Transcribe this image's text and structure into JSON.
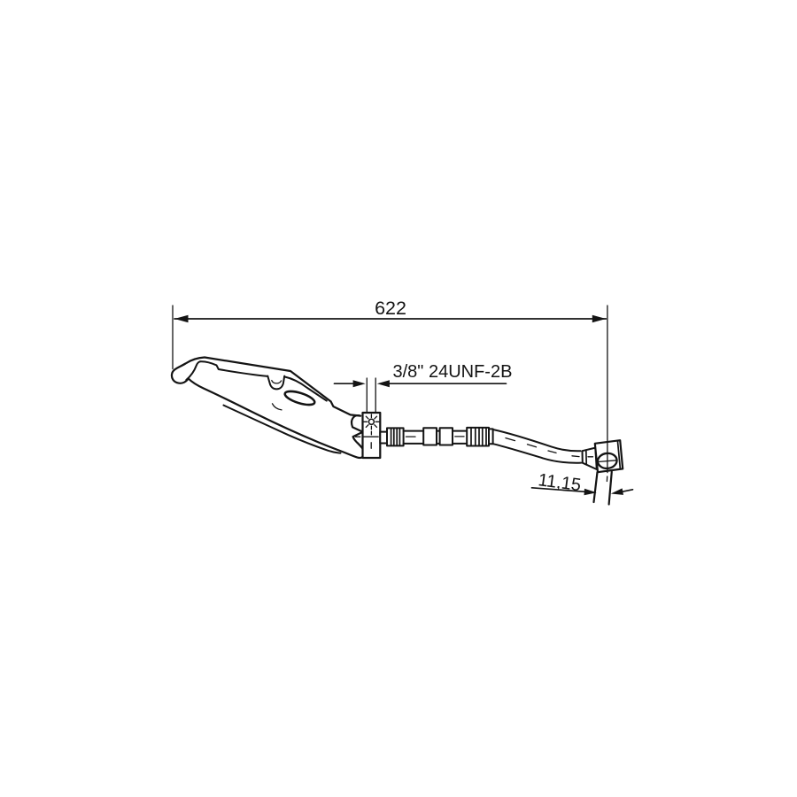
{
  "page": {
    "background_color": "#ffffff"
  },
  "drawing": {
    "line_color": "#141414",
    "dimensions": {
      "overall_length": "622",
      "thread_spec": "3/8\" 24UNF-2B",
      "end_width": "11,15"
    }
  }
}
